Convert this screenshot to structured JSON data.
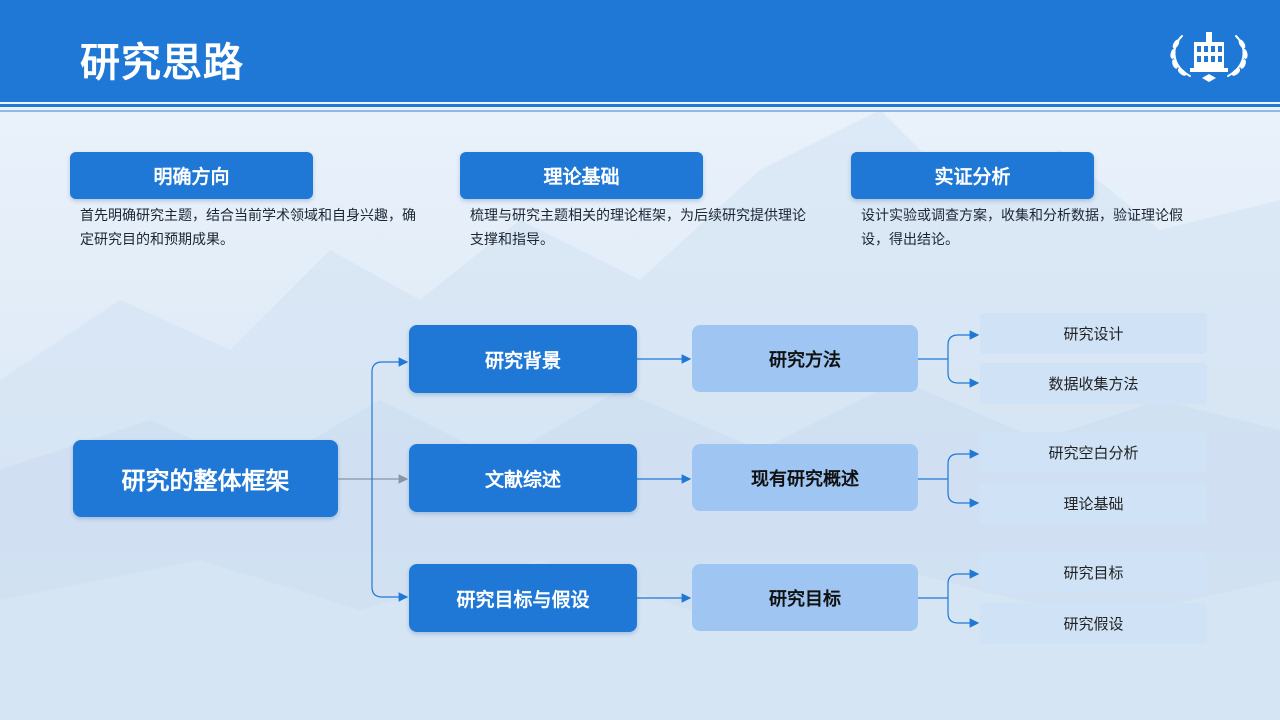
{
  "page": {
    "title": "研究思路"
  },
  "colors": {
    "primary": "#1f78d6",
    "secondary": "#9fc6f2",
    "leaf": "#cfe2f6",
    "connector": "#1f78d6"
  },
  "icons": {
    "emblem": "laurel-wreath-building-emblem-icon"
  },
  "steps": [
    {
      "label": "明确方向",
      "text": "首先明确研究主题，结合当前学术领域和自身兴趣，确定研究目的和预期成果。"
    },
    {
      "label": "理论基础",
      "text": "梳理与研究主题相关的理论框架，为后续研究提供理论支撑和指导。"
    },
    {
      "label": "实证分析",
      "text": "设计实验或调查方案，收集和分析数据，验证理论假设，得出结论。"
    }
  ],
  "diagram": {
    "root": "研究的整体框架",
    "branches": [
      {
        "label": "研究背景",
        "middle": "研究方法",
        "leaves": [
          "研究设计",
          "数据收集方法"
        ]
      },
      {
        "label": "文献综述",
        "middle": "现有研究概述",
        "leaves": [
          "研究空白分析",
          "理论基础"
        ]
      },
      {
        "label": "研究目标与假设",
        "middle": "研究目标",
        "leaves": [
          "研究目标",
          "研究假设"
        ]
      }
    ]
  }
}
